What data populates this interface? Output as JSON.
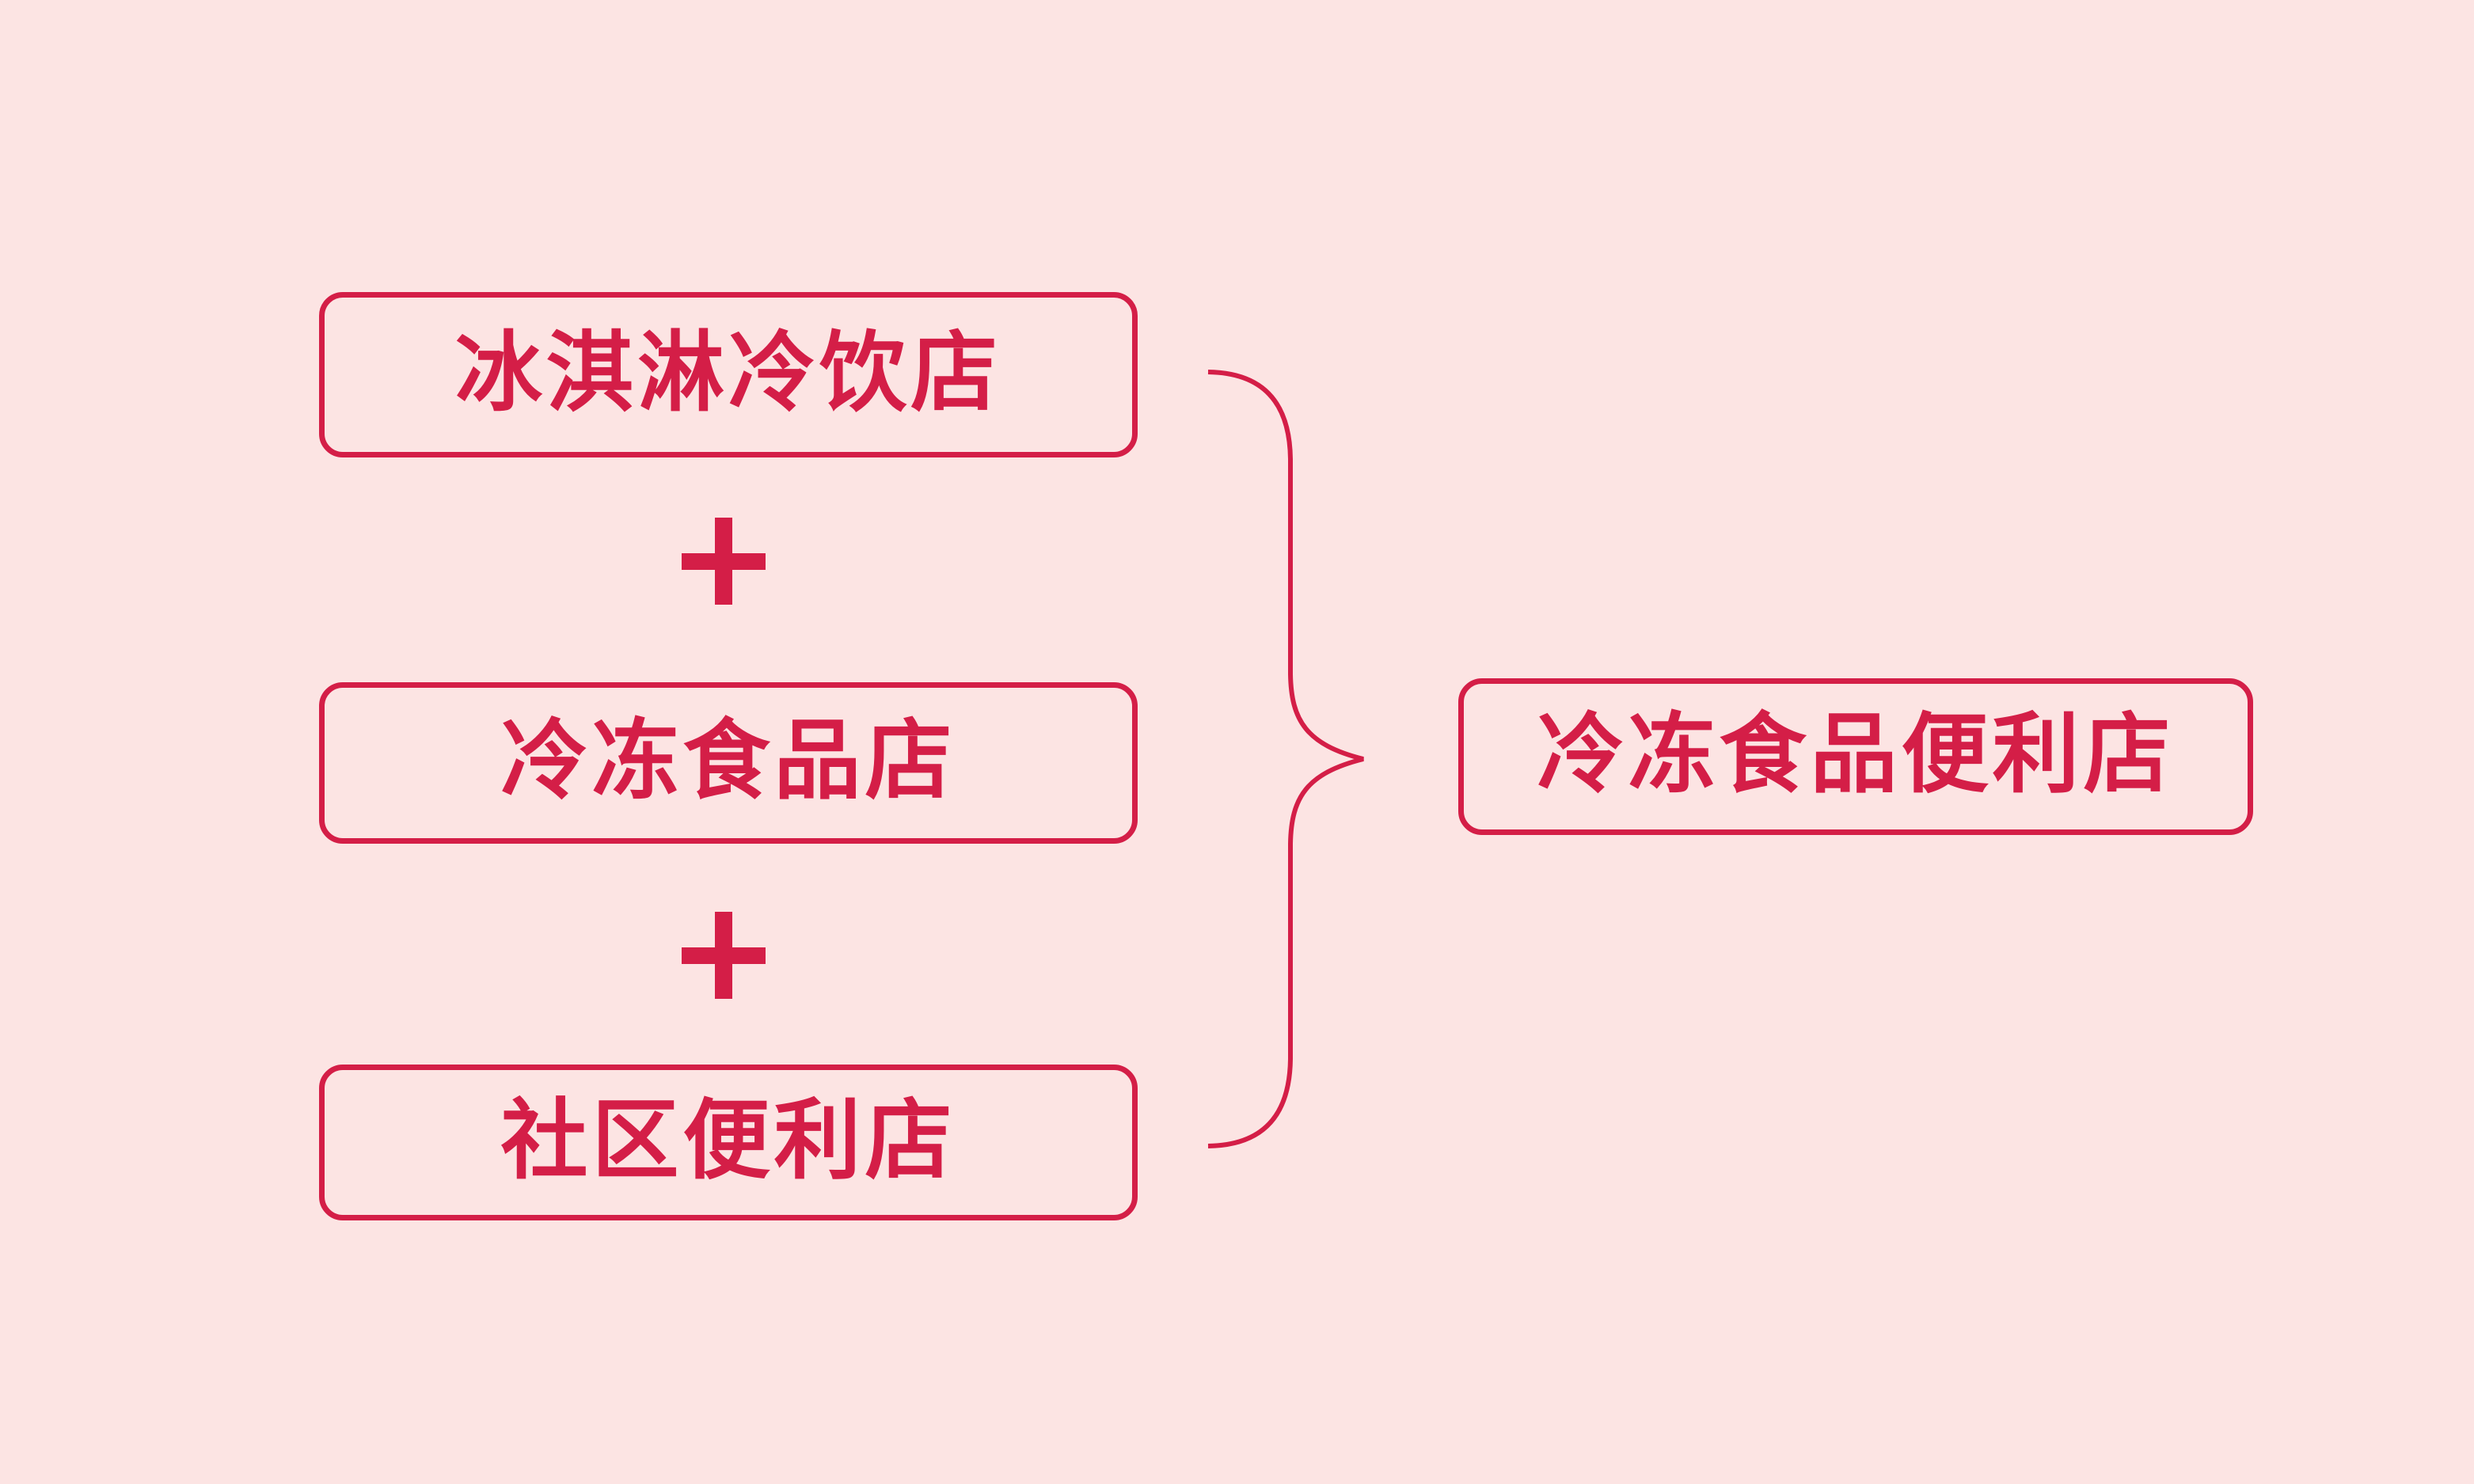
{
  "diagram": {
    "background_color": "#fce4e3",
    "accent_color": "#d41e47",
    "input_boxes": [
      {
        "label": "冰淇淋冷饮店"
      },
      {
        "label": "冷冻食品店"
      },
      {
        "label": "社区便利店"
      }
    ],
    "plus_operator": "+",
    "result_box": {
      "label": "冷冻食品便利店"
    },
    "icons": [
      {
        "name": "plus-icon",
        "glyph": "+"
      },
      {
        "name": "right-curly-brace-icon",
        "glyph": "}"
      }
    ]
  }
}
